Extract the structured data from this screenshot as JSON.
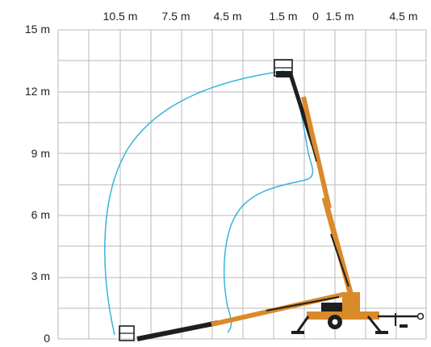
{
  "diagram": {
    "x_axis": {
      "tick_labels": [
        "10.5 m",
        "7.5 m",
        "4.5 m",
        "1.5 m",
        "0",
        "1.5 m",
        "4.5 m"
      ]
    },
    "y_axis": {
      "tick_labels": [
        "0",
        "3 m",
        "6 m",
        "9 m",
        "12 m",
        "15 m"
      ]
    },
    "colors": {
      "grid": "#b9b9b9",
      "envelope": "#35b4dd",
      "boom": "#d98a2b",
      "boom_dark": "#1e1e1e",
      "text": "#1f1f1f"
    },
    "icons": {
      "platform": "work-basket-icon",
      "machine": "trailer-chassis-icon",
      "envelope": "working-envelope-curve"
    }
  }
}
